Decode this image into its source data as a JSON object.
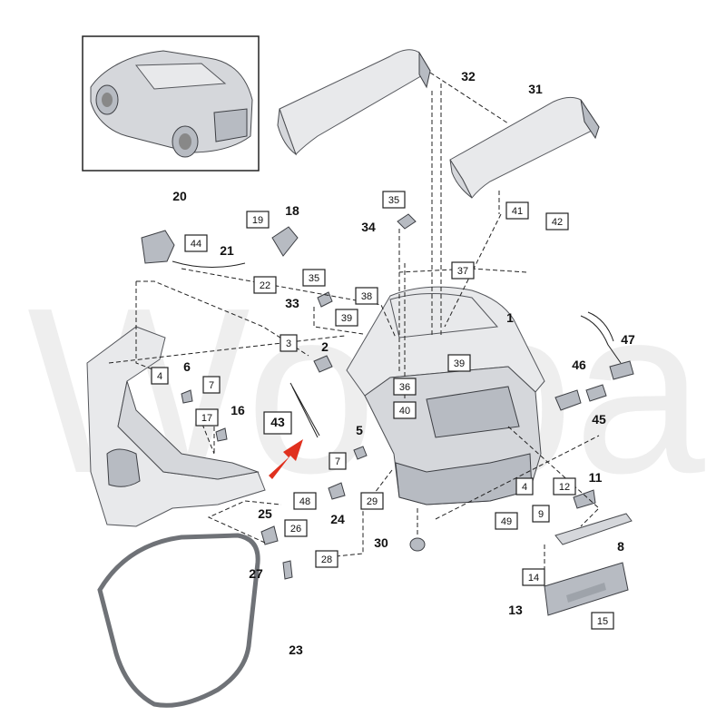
{
  "labels": [
    {
      "id": "1",
      "boxed": false
    },
    {
      "id": "2",
      "boxed": false
    },
    {
      "id": "3",
      "boxed": true
    },
    {
      "id": "4",
      "boxed": true
    },
    {
      "id": "4b",
      "text": "4",
      "boxed": true
    },
    {
      "id": "5",
      "boxed": false
    },
    {
      "id": "6",
      "boxed": false
    },
    {
      "id": "7",
      "boxed": true
    },
    {
      "id": "7b",
      "text": "7",
      "boxed": true
    },
    {
      "id": "8",
      "boxed": false
    },
    {
      "id": "9",
      "boxed": true
    },
    {
      "id": "11",
      "boxed": false
    },
    {
      "id": "12",
      "boxed": true
    },
    {
      "id": "13",
      "boxed": false
    },
    {
      "id": "14",
      "boxed": true
    },
    {
      "id": "15",
      "boxed": true
    },
    {
      "id": "16",
      "boxed": false
    },
    {
      "id": "17",
      "boxed": true
    },
    {
      "id": "18",
      "boxed": false
    },
    {
      "id": "19",
      "boxed": true
    },
    {
      "id": "20",
      "boxed": false
    },
    {
      "id": "21",
      "boxed": false
    },
    {
      "id": "22",
      "boxed": true
    },
    {
      "id": "23",
      "boxed": false
    },
    {
      "id": "24",
      "boxed": false
    },
    {
      "id": "25",
      "boxed": false
    },
    {
      "id": "26",
      "boxed": true
    },
    {
      "id": "27",
      "boxed": false
    },
    {
      "id": "28",
      "boxed": true
    },
    {
      "id": "29",
      "boxed": true
    },
    {
      "id": "30",
      "boxed": false
    },
    {
      "id": "31",
      "boxed": false
    },
    {
      "id": "32",
      "boxed": false
    },
    {
      "id": "33",
      "boxed": false
    },
    {
      "id": "34",
      "boxed": false
    },
    {
      "id": "35",
      "boxed": true
    },
    {
      "id": "35b",
      "text": "35",
      "boxed": true
    },
    {
      "id": "36",
      "boxed": true
    },
    {
      "id": "37",
      "boxed": true
    },
    {
      "id": "38",
      "boxed": true
    },
    {
      "id": "39",
      "boxed": true
    },
    {
      "id": "39b",
      "text": "39",
      "boxed": true
    },
    {
      "id": "40",
      "boxed": true
    },
    {
      "id": "41",
      "boxed": true
    },
    {
      "id": "42",
      "boxed": true
    },
    {
      "id": "43",
      "boxed": true,
      "highlight": true
    },
    {
      "id": "44",
      "boxed": true
    },
    {
      "id": "45",
      "boxed": false
    },
    {
      "id": "46",
      "boxed": false
    },
    {
      "id": "47",
      "boxed": false
    },
    {
      "id": "48",
      "boxed": true
    },
    {
      "id": "49",
      "boxed": true
    }
  ],
  "colors": {
    "highlight_box": "#2b6fd6",
    "arrow": "#e0301e",
    "part_fill": "#d5d7db",
    "outline": "#222222"
  },
  "watermark": "Wo ba"
}
